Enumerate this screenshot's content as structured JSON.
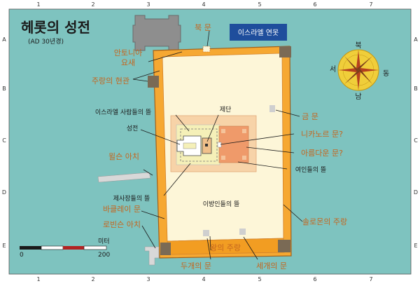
{
  "map": {
    "title": "헤롯의 성전",
    "subtitle": "(AD 30년경)",
    "grid": {
      "columns": [
        "1",
        "2",
        "3",
        "4",
        "5",
        "6",
        "7"
      ],
      "rows": [
        "A",
        "B",
        "C",
        "D",
        "E"
      ]
    },
    "compass": {
      "north": "북",
      "south": "남",
      "east": "동",
      "west": "서"
    },
    "scale": {
      "unit": "미터",
      "start": "0",
      "end": "200"
    },
    "labels": {
      "north_gate": "북 문",
      "israel_pond": "이스라엘 연못",
      "antonia": "안토니아\n요새",
      "portico_hall": "주랑의 현관",
      "court_israel": "이스라엘 사람들의 뜰",
      "altar": "제단",
      "sanctuary": "성전",
      "golden_gate": "금 문",
      "nicanor_gate": "니카노르 문?",
      "beautiful_gate": "아름다운 문?",
      "court_women": "여인들의 뜰",
      "wilson_arch": "윌슨 아치",
      "court_priests": "제사장들의 뜰",
      "court_gentiles": "이방인들의 뜰",
      "barclay_gate": "바클레이 문",
      "robinson_arch": "로빈슨 아치",
      "solomon_portico": "솔로몬의 주랑",
      "royal_portico": "왕의 주랑",
      "double_gate": "두개의 문",
      "triple_gate": "세개의 문"
    },
    "colors": {
      "background": "#7ec3bf",
      "outer_court": "#fdf6d8",
      "wall": "#f6a832",
      "wall_edge": "#d3822a",
      "tower": "#7a6a55",
      "inner_platform": "#f7d3a8",
      "court_israel_fill": "#f5f0b8",
      "court_women_fill": "#ef9a6a",
      "pond": "#1f4e9c",
      "label_orange": "#c4661f",
      "antonia": "#8e8e8e"
    }
  }
}
